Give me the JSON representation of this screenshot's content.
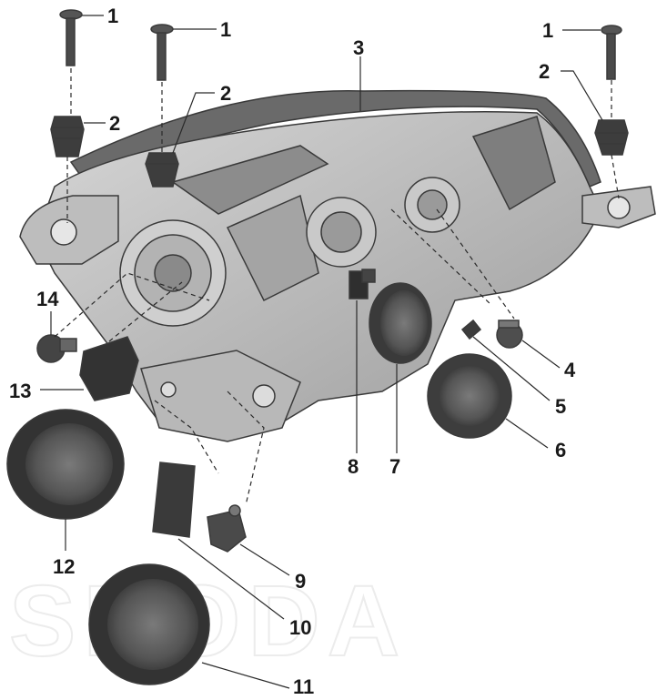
{
  "diagram": {
    "callouts": [
      "1",
      "1",
      "1",
      "2",
      "2",
      "2",
      "3",
      "4",
      "5",
      "6",
      "7",
      "8",
      "9",
      "10",
      "11",
      "12",
      "13",
      "14"
    ],
    "watermark": "SKODA"
  }
}
